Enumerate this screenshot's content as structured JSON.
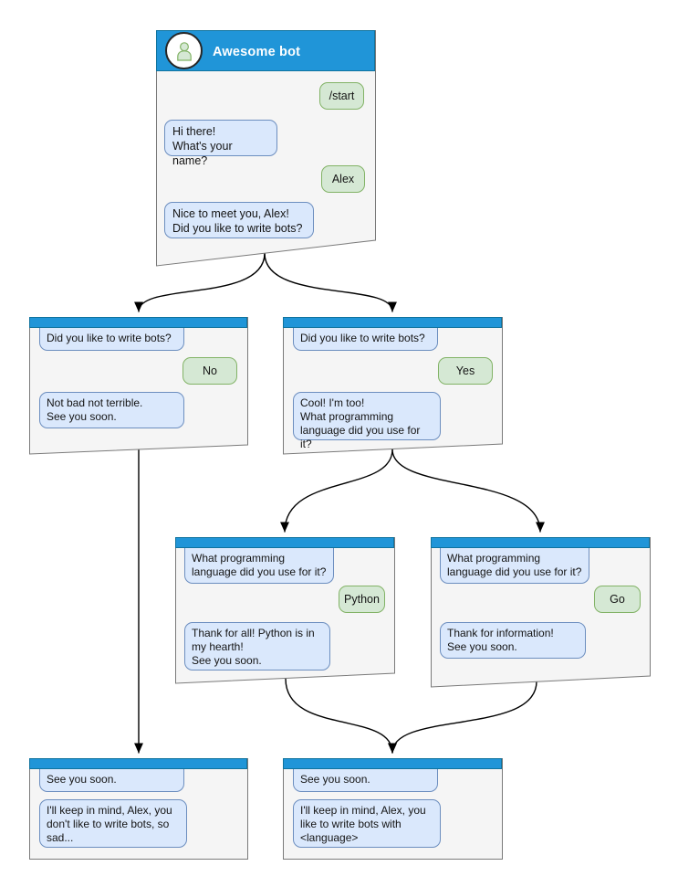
{
  "colors": {
    "header_blue": "#2095d8",
    "header_border": "#10739e",
    "bot_bubble_fill": "#dae8fc",
    "bot_bubble_border": "#6c8ebf",
    "user_bubble_fill": "#d5e8d4",
    "user_bubble_border": "#82b366",
    "window_fill": "#f5f5f5",
    "window_border": "#7a7a7a",
    "edge_color": "#000000"
  },
  "top_window": {
    "title": "Awesome bot",
    "avatar_icon": "person-icon",
    "messages": [
      {
        "from": "user",
        "text": "/start"
      },
      {
        "from": "bot",
        "text": "Hi there!\nWhat's your name?"
      },
      {
        "from": "user",
        "text": "Alex"
      },
      {
        "from": "bot",
        "text": "Nice to meet you, Alex!\nDid you like to write bots?"
      }
    ]
  },
  "branch_no": {
    "messages": [
      {
        "from": "bot",
        "text": "Did you like to write bots?"
      },
      {
        "from": "user",
        "text": "No"
      },
      {
        "from": "bot",
        "text": "Not bad not terrible.\nSee you soon."
      }
    ]
  },
  "branch_yes": {
    "messages": [
      {
        "from": "bot",
        "text": "Did you like to write bots?"
      },
      {
        "from": "user",
        "text": "Yes"
      },
      {
        "from": "bot",
        "text": "Cool! I'm too!\nWhat programming\nlanguage did you use for it?"
      }
    ]
  },
  "branch_python": {
    "messages": [
      {
        "from": "bot",
        "text": "What programming\nlanguage did you use for it?"
      },
      {
        "from": "user",
        "text": "Python"
      },
      {
        "from": "bot",
        "text": "Thank for all! Python is in\nmy hearth!\nSee you soon."
      }
    ]
  },
  "branch_go": {
    "messages": [
      {
        "from": "bot",
        "text": "What programming\nlanguage did you use for it?"
      },
      {
        "from": "user",
        "text": "Go"
      },
      {
        "from": "bot",
        "text": "Thank for information!\nSee you soon."
      }
    ]
  },
  "end_no": {
    "messages": [
      {
        "from": "bot",
        "text": "See you soon."
      },
      {
        "from": "bot",
        "text": "I'll keep in mind, Alex, you\ndon't like to write bots, so\nsad..."
      }
    ]
  },
  "end_language": {
    "messages": [
      {
        "from": "bot",
        "text": "See you soon."
      },
      {
        "from": "bot",
        "text": "I'll keep in mind, Alex, you\nlike to write bots with\n<language>"
      }
    ]
  }
}
